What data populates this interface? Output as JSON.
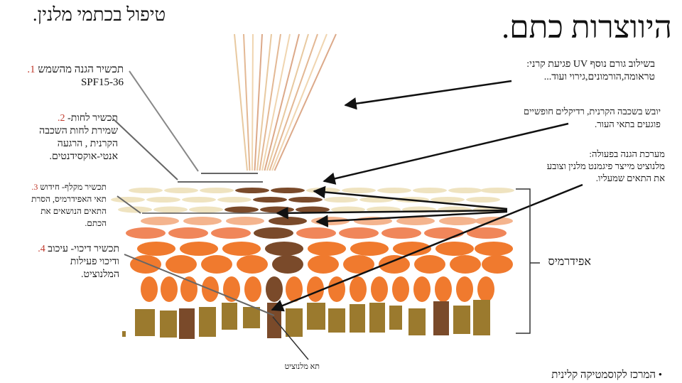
{
  "titles": {
    "main": "היווצרות כתם.",
    "treatment": "טיפול בכתמי מלנין."
  },
  "products": [
    {
      "num": "1.",
      "lines": [
        "תכשיר הגנה מהשמש",
        "SPF15-36"
      ]
    },
    {
      "num": "2.",
      "lines": [
        "תכשיר לחות-",
        "שמירת לחות השכבה",
        "הקרנית , הרגעה",
        "אנטי-אוקסידנטים."
      ]
    },
    {
      "num": "3.",
      "lines": [
        "תכשיר מקלף- חידוש",
        "תאי האפידרמיס, הסרת",
        "התאים הנושאים את",
        "הכתם."
      ]
    },
    {
      "num": "4.",
      "lines": [
        "תכשיר דיכוי- עיכוב",
        "ודיכוי פעילות",
        "המלנוציט."
      ]
    }
  ],
  "causes": {
    "uv": [
      "בשילוב גורם נוסף UV פגיעת קרני:",
      "טראומה,הורמונים,גירוי ועוד..."
    ],
    "dryness": [
      "יובש בשכבה הקרנית, רדיקלים חופשיים",
      "פוגעים בתאי העור."
    ],
    "defense": [
      "מערכת הגנה בפעולה:",
      "מלנוציט מייצר פיגמנט מלנין וצובע",
      "את התאים שמעליו."
    ]
  },
  "layer_label": "אפידרמיס",
  "melanocyte_label": "תא מלנוציט",
  "footer": "המרכז לקוסמטיקה קלינית",
  "colors": {
    "stratum_top": "#efe3c0",
    "peach": "#f4b48e",
    "salmon": "#f0865a",
    "orange": "#f07a2e",
    "melanin": "#7a4a2a",
    "basal": "#9b7a2e",
    "basal_dark": "#7a4a2a",
    "accent_red": "#c0392b"
  }
}
